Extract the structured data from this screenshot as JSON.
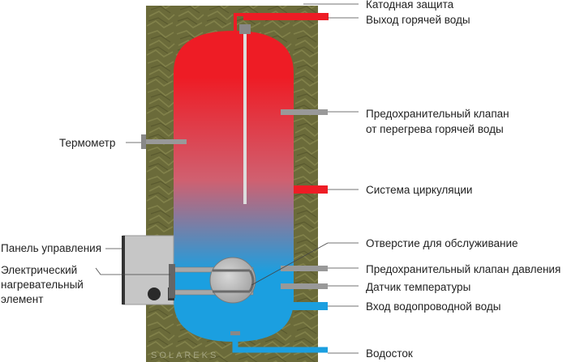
{
  "labels": {
    "cathode": "Катодная защита",
    "hot_outlet": "Выход горячей воды",
    "relief_valve_hot": "Предохранительный клапан\nот перегрева горячей воды",
    "thermometer": "Термометр",
    "circulation": "Система циркуляции",
    "control_panel": "Панель управления",
    "service_opening": "Отверстие для обслуживание",
    "heater": "Электрический\nнагревательный\nэлемент",
    "pressure_valve": "Предохранительный клапан давления",
    "temp_sensor": "Датчик температуры",
    "cold_inlet": "Вход водопроводной воды",
    "drain": "Водосток"
  },
  "watermark": "SOLAREKS",
  "colors": {
    "hot": "#ee1c25",
    "cold": "#1b9fe0",
    "insulation": "#6b6b3a",
    "fitting": "#999999",
    "panel": "#c6c6c6"
  }
}
